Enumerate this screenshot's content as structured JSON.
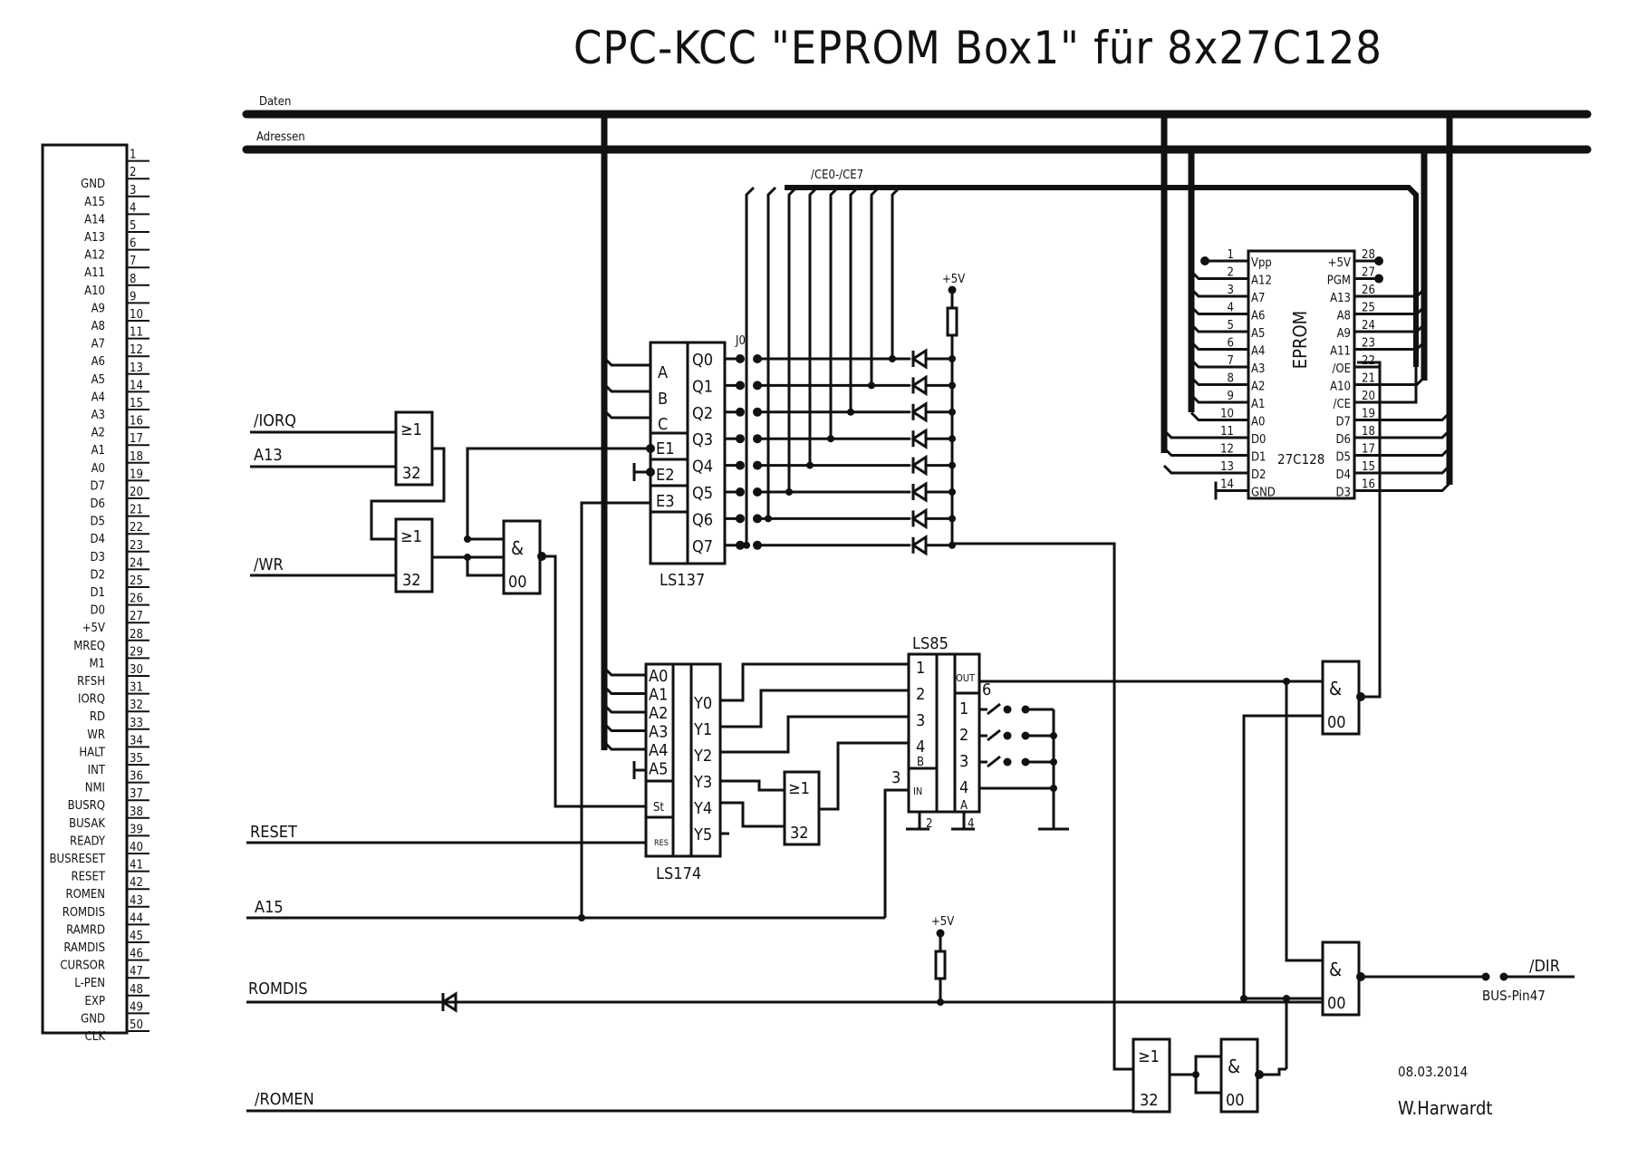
{
  "title": "CPC-KCC \"EPROM Box1\" für  8x27C128",
  "buses": {
    "data": "Daten",
    "address": "Adressen",
    "ce_group": "/CE0-/CE7"
  },
  "connector": {
    "pins": [
      {
        "n": "1",
        "label": ""
      },
      {
        "n": "2",
        "label": "GND"
      },
      {
        "n": "3",
        "label": "A15"
      },
      {
        "n": "4",
        "label": "A14"
      },
      {
        "n": "5",
        "label": "A13"
      },
      {
        "n": "6",
        "label": "A12"
      },
      {
        "n": "7",
        "label": "A11"
      },
      {
        "n": "8",
        "label": "A10"
      },
      {
        "n": "9",
        "label": "A9"
      },
      {
        "n": "10",
        "label": "A8"
      },
      {
        "n": "11",
        "label": "A7"
      },
      {
        "n": "12",
        "label": "A6"
      },
      {
        "n": "13",
        "label": "A5"
      },
      {
        "n": "14",
        "label": "A4"
      },
      {
        "n": "15",
        "label": "A3"
      },
      {
        "n": "16",
        "label": "A2"
      },
      {
        "n": "17",
        "label": "A1"
      },
      {
        "n": "18",
        "label": "A0"
      },
      {
        "n": "19",
        "label": "D7"
      },
      {
        "n": "20",
        "label": "D6"
      },
      {
        "n": "21",
        "label": "D5"
      },
      {
        "n": "22",
        "label": "D4"
      },
      {
        "n": "23",
        "label": "D3"
      },
      {
        "n": "24",
        "label": "D2"
      },
      {
        "n": "25",
        "label": "D1"
      },
      {
        "n": "26",
        "label": "D0"
      },
      {
        "n": "27",
        "label": "+5V"
      },
      {
        "n": "28",
        "label": "MREQ"
      },
      {
        "n": "29",
        "label": "M1"
      },
      {
        "n": "30",
        "label": "RFSH"
      },
      {
        "n": "31",
        "label": "IORQ"
      },
      {
        "n": "32",
        "label": "RD"
      },
      {
        "n": "33",
        "label": "WR"
      },
      {
        "n": "34",
        "label": "HALT"
      },
      {
        "n": "35",
        "label": "INT"
      },
      {
        "n": "36",
        "label": "NMI"
      },
      {
        "n": "37",
        "label": "BUSRQ"
      },
      {
        "n": "38",
        "label": "BUSAK"
      },
      {
        "n": "39",
        "label": "READY"
      },
      {
        "n": "40",
        "label": "BUSRESET"
      },
      {
        "n": "41",
        "label": "RESET"
      },
      {
        "n": "42",
        "label": "ROMEN"
      },
      {
        "n": "43",
        "label": "ROMDIS"
      },
      {
        "n": "44",
        "label": "RAMRD"
      },
      {
        "n": "45",
        "label": "RAMDIS"
      },
      {
        "n": "46",
        "label": "CURSOR"
      },
      {
        "n": "47",
        "label": "L-PEN"
      },
      {
        "n": "48",
        "label": "EXP"
      },
      {
        "n": "49",
        "label": "GND"
      },
      {
        "n": "50",
        "label": "CLK"
      }
    ]
  },
  "signals": {
    "iorq": "/IORQ",
    "a13": "A13",
    "wr": "/WR",
    "reset": "RESET",
    "a15": "A15",
    "romdis": "ROMDIS",
    "romen": "/ROMEN",
    "dir": "/DIR",
    "dir_note": "BUS-Pin47"
  },
  "gates": {
    "or_symbol": "≥1",
    "or_type": "32",
    "and_symbol": "&",
    "nand_type": "00"
  },
  "ls137": {
    "name": "LS137",
    "inputs": [
      "A",
      "B",
      "C"
    ],
    "enables": [
      "E1",
      "E2",
      "E3"
    ],
    "outputs": [
      "Q0",
      "Q1",
      "Q2",
      "Q3",
      "Q4",
      "Q5",
      "Q6",
      "Q7"
    ],
    "jumper": "J0"
  },
  "pullup": "+5V",
  "ls174": {
    "name": "LS174",
    "inputs": [
      "A0",
      "A1",
      "A2",
      "A3",
      "A4",
      "A5"
    ],
    "st": "St",
    "res": "RES",
    "outputs": [
      "Y0",
      "Y1",
      "Y2",
      "Y3",
      "Y4",
      "Y5"
    ]
  },
  "ls85": {
    "name": "LS85",
    "b_inputs": [
      "1",
      "2",
      "3",
      "4"
    ],
    "b_label": "B",
    "in_label": "IN",
    "in_pin": "3",
    "out_label": "OUT",
    "out_pin": "6",
    "a_inputs": [
      "1",
      "2",
      "3",
      "4"
    ],
    "a_label": "A",
    "gnd_pins": [
      "2",
      "4"
    ]
  },
  "eprom": {
    "name": "EPROM",
    "type": "27C128",
    "left": [
      {
        "n": "1",
        "l": "Vpp"
      },
      {
        "n": "2",
        "l": "A12"
      },
      {
        "n": "3",
        "l": "A7"
      },
      {
        "n": "4",
        "l": "A6"
      },
      {
        "n": "5",
        "l": "A5"
      },
      {
        "n": "6",
        "l": "A4"
      },
      {
        "n": "7",
        "l": "A3"
      },
      {
        "n": "8",
        "l": "A2"
      },
      {
        "n": "9",
        "l": "A1"
      },
      {
        "n": "10",
        "l": "A0"
      },
      {
        "n": "11",
        "l": "D0"
      },
      {
        "n": "12",
        "l": "D1"
      },
      {
        "n": "13",
        "l": "D2"
      },
      {
        "n": "14",
        "l": "GND"
      }
    ],
    "right": [
      {
        "n": "28",
        "l": "+5V"
      },
      {
        "n": "27",
        "l": "PGM"
      },
      {
        "n": "26",
        "l": "A13"
      },
      {
        "n": "25",
        "l": "A8"
      },
      {
        "n": "24",
        "l": "A9"
      },
      {
        "n": "23",
        "l": "A11"
      },
      {
        "n": "22",
        "l": "/OE"
      },
      {
        "n": "21",
        "l": "A10"
      },
      {
        "n": "20",
        "l": "/CE"
      },
      {
        "n": "19",
        "l": "D7"
      },
      {
        "n": "18",
        "l": "D6"
      },
      {
        "n": "17",
        "l": "D5"
      },
      {
        "n": "15",
        "l": "D4"
      },
      {
        "n": "16",
        "l": "D3"
      }
    ]
  },
  "footer": {
    "date": "08.03.2014",
    "author": "W.Harwardt"
  }
}
